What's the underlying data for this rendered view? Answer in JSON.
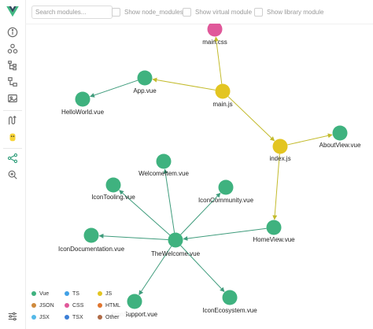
{
  "search": {
    "placeholder": "Search modules..."
  },
  "filters": [
    {
      "label": "Show node_modules",
      "checked": false
    },
    {
      "label": "Show virtual module",
      "checked": false
    },
    {
      "label": "Show library module",
      "checked": false
    }
  ],
  "sidebar": {
    "items": [
      {
        "icon": "info-icon"
      },
      {
        "icon": "components-icon"
      },
      {
        "icon": "tree-icon"
      },
      {
        "icon": "pages-icon"
      },
      {
        "icon": "assets-icon"
      },
      {
        "icon": "routes-icon"
      },
      {
        "icon": "pinia-icon"
      },
      {
        "icon": "graph-icon",
        "active": true
      },
      {
        "icon": "inspect-icon"
      },
      {
        "icon": "settings-icon"
      }
    ]
  },
  "graph": {
    "nodes": [
      {
        "id": "main_css",
        "label": "main.css",
        "type": "CSS"
      },
      {
        "id": "app",
        "label": "App.vue",
        "type": "Vue"
      },
      {
        "id": "main_js",
        "label": "main.js",
        "type": "JS"
      },
      {
        "id": "hello",
        "label": "HelloWorld.vue",
        "type": "Vue"
      },
      {
        "id": "index",
        "label": "index.js",
        "type": "JS"
      },
      {
        "id": "about",
        "label": "AboutView.vue",
        "type": "Vue"
      },
      {
        "id": "witem",
        "label": "WelcomeItem.vue",
        "type": "Vue"
      },
      {
        "id": "tooling",
        "label": "IconTooling.vue",
        "type": "Vue"
      },
      {
        "id": "community",
        "label": "IconCommunity.vue",
        "type": "Vue"
      },
      {
        "id": "home",
        "label": "HomeView.vue",
        "type": "Vue"
      },
      {
        "id": "docs",
        "label": "IconDocumentation.vue",
        "type": "Vue"
      },
      {
        "id": "welcome",
        "label": "TheWelcome.vue",
        "type": "Vue"
      },
      {
        "id": "support",
        "label": "IconSupport.vue",
        "type": "Vue"
      },
      {
        "id": "ecosystem",
        "label": "IconEcosystem.vue",
        "type": "Vue"
      }
    ],
    "edges": [
      [
        "main_js",
        "main_css"
      ],
      [
        "main_js",
        "app"
      ],
      [
        "app",
        "hello"
      ],
      [
        "main_js",
        "index"
      ],
      [
        "index",
        "about"
      ],
      [
        "index",
        "home"
      ],
      [
        "home",
        "welcome"
      ],
      [
        "welcome",
        "witem"
      ],
      [
        "welcome",
        "tooling"
      ],
      [
        "welcome",
        "community"
      ],
      [
        "welcome",
        "docs"
      ],
      [
        "welcome",
        "support"
      ],
      [
        "welcome",
        "ecosystem"
      ]
    ]
  },
  "legend": [
    {
      "label": "Vue",
      "color": "#3fb27f"
    },
    {
      "label": "TS",
      "color": "#41a1e6"
    },
    {
      "label": "JS",
      "color": "#e3c521"
    },
    {
      "label": "JSON",
      "color": "#cf8a3d"
    },
    {
      "label": "CSS",
      "color": "#e0589a"
    },
    {
      "label": "HTML",
      "color": "#e0752f"
    },
    {
      "label": "JSX",
      "color": "#55b9e8"
    },
    {
      "label": "TSX",
      "color": "#3d7fd6"
    },
    {
      "label": "Other",
      "color": "#b06b47"
    }
  ],
  "colors": {
    "Vue": "#3fb27f",
    "JS": "#e3c521",
    "CSS": "#e0589a",
    "edge_js": "#c3bb2c",
    "edge_vue": "#3f9c7c"
  }
}
